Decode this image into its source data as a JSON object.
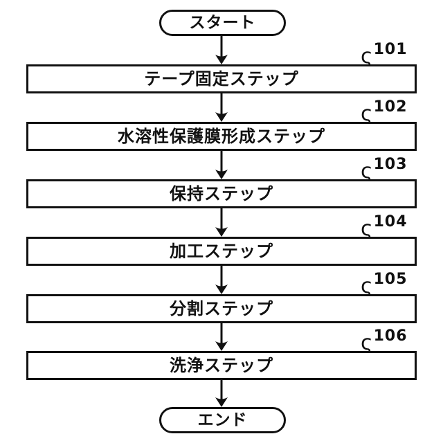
{
  "figure": {
    "type": "flowchart",
    "background_color": "#ffffff",
    "line_color": "#111111",
    "start_label": "スタート",
    "end_label": "エンド",
    "leader_glyph": "ς",
    "steps": [
      {
        "ref": "101",
        "label": "テープ固定ステップ"
      },
      {
        "ref": "102",
        "label": "水溶性保護膜形成ステップ"
      },
      {
        "ref": "103",
        "label": "保持ステップ"
      },
      {
        "ref": "104",
        "label": "加工ステップ"
      },
      {
        "ref": "105",
        "label": "分割ステップ"
      },
      {
        "ref": "106",
        "label": "洗浄ステップ"
      }
    ]
  }
}
